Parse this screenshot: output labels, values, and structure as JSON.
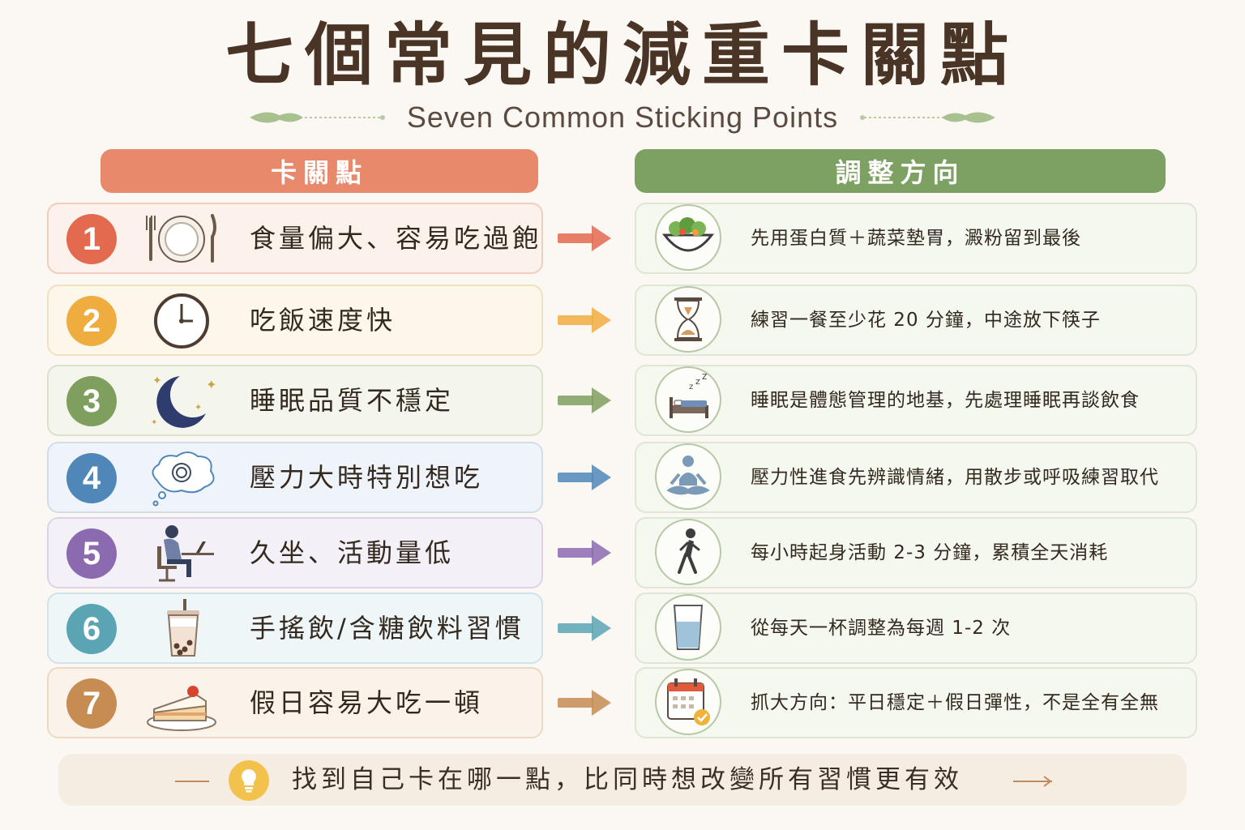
{
  "title": "七個常見的減重卡關點",
  "subtitle": "Seven Common Sticking Points",
  "headers": {
    "left": "卡關點",
    "right": "調整方向"
  },
  "rows": [
    {
      "num": "1",
      "issue": "食量偏大、容易吃過飽",
      "fix": "先用蛋白質＋蔬菜墊胃，澱粉留到最後",
      "color": "#e36a4f",
      "card_bg": "#fdf1ec",
      "card_border": "#f2cdbd",
      "left_icon": "plate-fork-knife-icon",
      "right_icon": "salad-bowl-icon"
    },
    {
      "num": "2",
      "issue": "吃飯速度快",
      "fix": "練習一餐至少花 20 分鐘，中途放下筷子",
      "color": "#f0ad3f",
      "card_bg": "#fdf6ea",
      "card_border": "#f3e0bf",
      "left_icon": "clock-icon",
      "right_icon": "hourglass-icon"
    },
    {
      "num": "3",
      "issue": "睡眠品質不穩定",
      "fix": "睡眠是體態管理的地基，先處理睡眠再談飲食",
      "color": "#7e9f5e",
      "card_bg": "#f4f6ee",
      "card_border": "#d9e2cb",
      "left_icon": "moon-stars-icon",
      "right_icon": "sleeping-bed-icon"
    },
    {
      "num": "4",
      "issue": "壓力大時特別想吃",
      "fix": "壓力性進食先辨識情緒，用散步或呼吸練習取代",
      "color": "#4f87b9",
      "card_bg": "#eef4f9",
      "card_border": "#cfdeea",
      "left_icon": "stress-thought-bubble-icon",
      "right_icon": "meditation-icon"
    },
    {
      "num": "5",
      "issue": "久坐、活動量低",
      "fix": "每小時起身活動 2-3 分鐘，累積全天消耗",
      "color": "#8b6ab0",
      "card_bg": "#f4f0f8",
      "card_border": "#ddd2e8",
      "left_icon": "person-at-desk-icon",
      "right_icon": "walking-person-icon"
    },
    {
      "num": "6",
      "issue": "手搖飲/含糖飲料習慣",
      "fix": "從每天一杯調整為每週 1-2 次",
      "color": "#5ba4b4",
      "card_bg": "#eef6f8",
      "card_border": "#cfe3e8",
      "left_icon": "bubble-tea-icon",
      "right_icon": "water-glass-icon"
    },
    {
      "num": "7",
      "issue": "假日容易大吃一頓",
      "fix": "抓大方向：平日穩定＋假日彈性，不是全有全無",
      "color": "#c68c52",
      "card_bg": "#fbf3ea",
      "card_border": "#ecd9c4",
      "left_icon": "cake-slice-icon",
      "right_icon": "calendar-check-icon"
    }
  ],
  "footer": {
    "text": "找到自己卡在哪一點，比同時想改變所有習慣更有效",
    "icon": "lightbulb-icon"
  }
}
